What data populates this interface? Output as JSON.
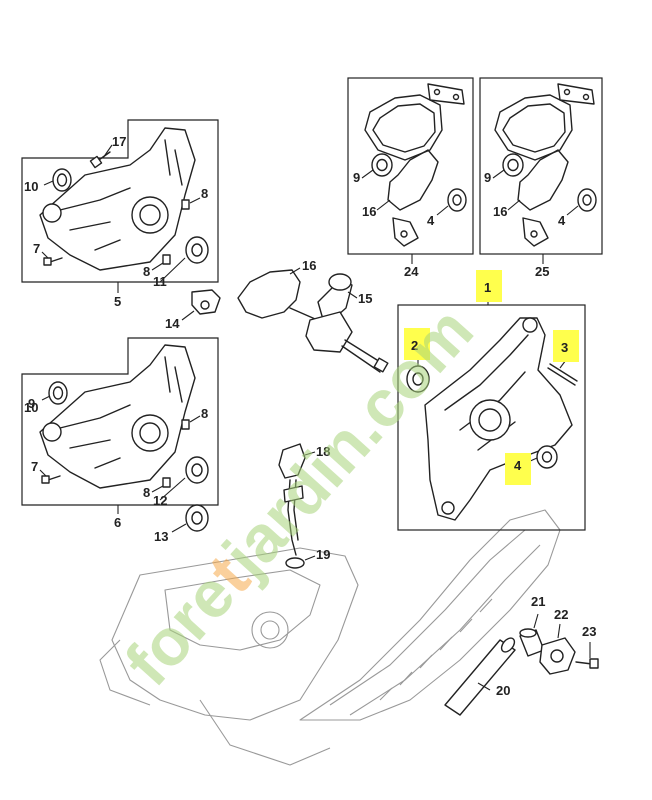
{
  "watermark": {
    "text": "forestjardin.com",
    "part1": "fore",
    "part2": "t",
    "part3": "jardin",
    "part4": ".com",
    "color": "#a8d37a",
    "accent_color": "#f5a94a"
  },
  "highlight_color": "#ffff4d",
  "labels": {
    "p1": "1",
    "p2": "2",
    "p3": "3",
    "p4a": "4",
    "p4b": "4",
    "p4c": "4",
    "p5": "5",
    "p6": "6",
    "p7a": "7",
    "p7b": "7",
    "p8a": "8",
    "p8b": "8",
    "p8c": "8",
    "p8d": "8",
    "p9a": "9",
    "p9b": "9",
    "p9c": "9",
    "p10a": "10",
    "p10b": "10",
    "p11": "11",
    "p12": "12",
    "p13": "13",
    "p14": "14",
    "p15": "15",
    "p16a": "16",
    "p16b": "16",
    "p16c": "16",
    "p17": "17",
    "p18": "18",
    "p19": "19",
    "p20": "20",
    "p21": "21",
    "p22": "22",
    "p23": "23",
    "p24": "24",
    "p25": "25"
  }
}
